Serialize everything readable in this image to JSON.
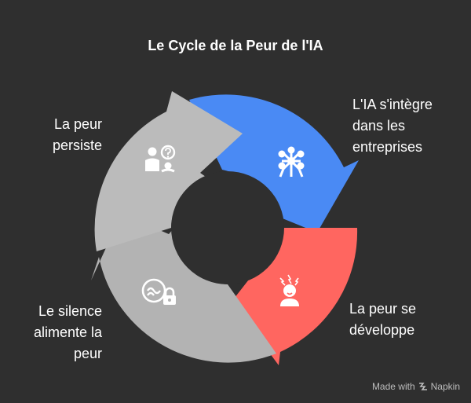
{
  "title": "Le Cycle de la Peur de l'IA",
  "steps": [
    {
      "lines": [
        "L'IA s'intègre",
        "dans les",
        "entreprises"
      ],
      "color": "#4a8af4",
      "icon": "atomium-icon"
    },
    {
      "lines": [
        "La peur se",
        "développe"
      ],
      "color": "#ff6660",
      "icon": "stressed-person-icon"
    },
    {
      "lines": [
        "Le silence",
        "alimente la",
        "peur"
      ],
      "color": "#b3b3b3",
      "icon": "silence-lock-icon"
    },
    {
      "lines": [
        "La peur",
        "persiste"
      ],
      "color": "#bbbbbb",
      "icon": "confused-people-icon"
    }
  ],
  "footer": {
    "made_with": "Made with",
    "brand": "Napkin"
  }
}
